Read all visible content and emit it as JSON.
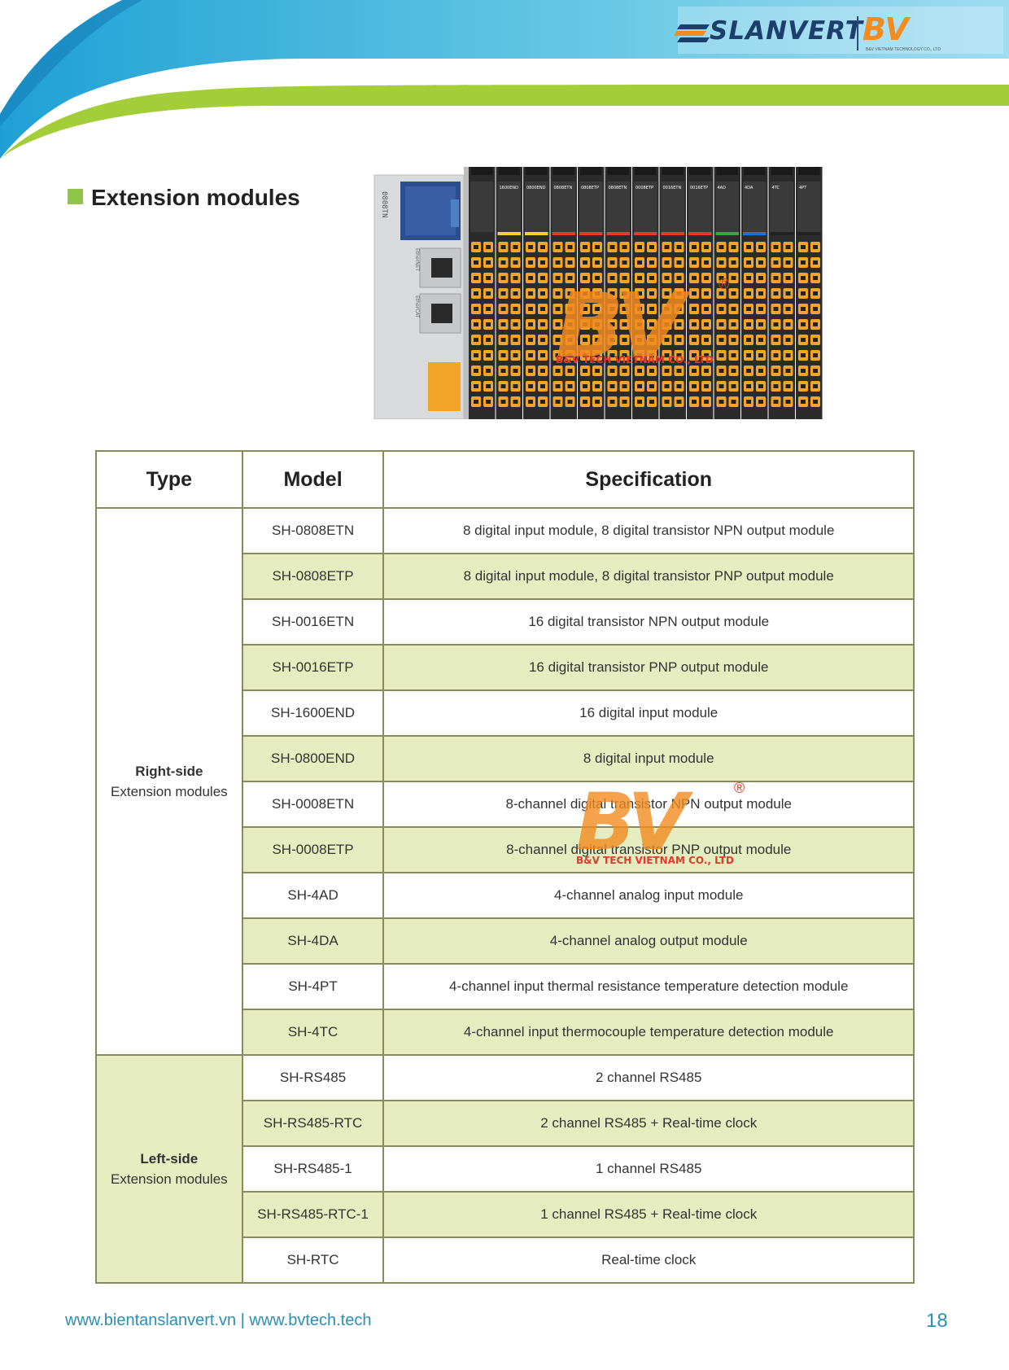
{
  "header": {
    "brand": "SLANVERT",
    "brand_mark": "BV",
    "brand_subtitle": "B&V VIETNAM TECHNOLOGY CO., LTD"
  },
  "section": {
    "title": "Extension modules"
  },
  "product_image": {
    "module_labels": [
      "1600END",
      "0800END",
      "0808ETN",
      "0808ETP",
      "0808ETN",
      "0008ETP",
      "0016ETN",
      "0016ETP",
      "4AD",
      "4DA",
      "4TC",
      "4PT"
    ],
    "side_label": "0808TN",
    "ports": [
      "EtherNET",
      "EtherCAT"
    ]
  },
  "watermark": {
    "mark": "BV",
    "registered": "®",
    "text": "B&V TECH VIETNAM CO., LTD"
  },
  "table": {
    "headers": {
      "type": "Type",
      "model": "Model",
      "spec": "Specification"
    },
    "groups": [
      {
        "type_bold": "Right-side",
        "type_text": "Extension modules",
        "rows": [
          {
            "model": "SH-0808ETN",
            "spec": "8 digital input module, 8 digital transistor NPN output module"
          },
          {
            "model": "SH-0808ETP",
            "spec": "8 digital input module, 8 digital transistor PNP output module"
          },
          {
            "model": "SH-0016ETN",
            "spec": "16 digital transistor NPN output module"
          },
          {
            "model": "SH-0016ETP",
            "spec": "16 digital transistor PNP output module"
          },
          {
            "model": "SH-1600END",
            "spec": "16 digital input module"
          },
          {
            "model": "SH-0800END",
            "spec": "8 digital input module"
          },
          {
            "model": "SH-0008ETN",
            "spec": "8-channel digital transistor NPN output module"
          },
          {
            "model": "SH-0008ETP",
            "spec": "8-channel digital transistor PNP output module"
          },
          {
            "model": "SH-4AD",
            "spec": "4-channel analog input module"
          },
          {
            "model": "SH-4DA",
            "spec": "4-channel analog output module"
          },
          {
            "model": "SH-4PT",
            "spec": "4-channel input thermal resistance temperature detection module"
          },
          {
            "model": "SH-4TC",
            "spec": "4-channel input thermocouple temperature detection module"
          }
        ]
      },
      {
        "type_bold": "Left-side",
        "type_text": "Extension modules",
        "rows": [
          {
            "model": "SH-RS485",
            "spec": "2 channel RS485"
          },
          {
            "model": "SH-RS485-RTC",
            "spec": "2 channel RS485 + Real-time clock"
          },
          {
            "model": "SH-RS485-1",
            "spec": "1 channel RS485"
          },
          {
            "model": "SH-RS485-RTC-1",
            "spec": "1 channel RS485 + Real-time clock"
          },
          {
            "model": "SH-RTC",
            "spec": "Real-time clock"
          }
        ]
      }
    ]
  },
  "footer": {
    "links": "www.bientanslanvert.vn | www.bvtech.tech",
    "page_number": "18"
  },
  "colors": {
    "header_gradient_start": "#2fa9d8",
    "header_gradient_end": "#9ad9f0",
    "header_green": "#a4cd3a",
    "section_square": "#8fc64a",
    "row_highlight": "#e4ecc0",
    "brand_navy": "#1c3f6e",
    "brand_orange": "#f28b20",
    "footer_text": "#2a8fb5"
  }
}
